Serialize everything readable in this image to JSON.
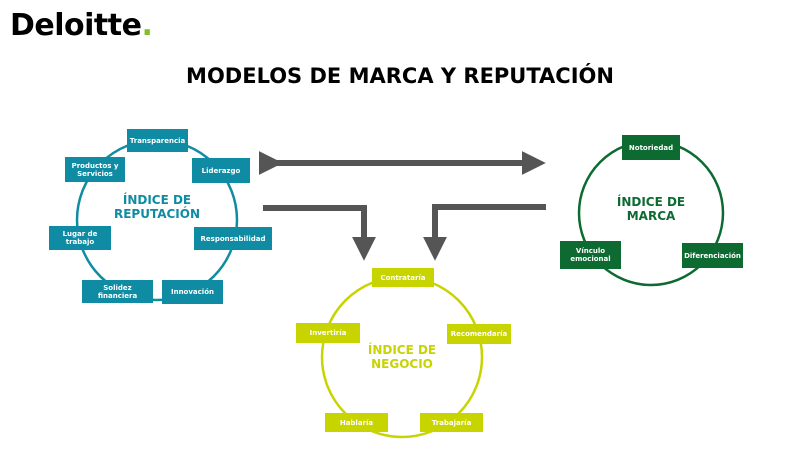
{
  "header": {
    "logo_text": "Deloitte",
    "logo_dot": ".",
    "title": "MODELOS DE MARCA Y REPUTACIÓN"
  },
  "colors": {
    "reputacion": "#0f8ca3",
    "marca": "#0d6b32",
    "negocio": "#c8d400",
    "arrow": "#555555",
    "logo_dot": "#86bc25"
  },
  "reputacion": {
    "label_line1": "ÍNDICE DE",
    "label_line2": "REPUTACIÓN",
    "items": [
      {
        "line1": "Transparencia",
        "line2": ""
      },
      {
        "line1": "Liderazgo",
        "line2": ""
      },
      {
        "line1": "Responsabilidad",
        "line2": ""
      },
      {
        "line1": "Innovación",
        "line2": ""
      },
      {
        "line1": "Solidez",
        "line2": "financiera"
      },
      {
        "line1": "Lugar de",
        "line2": "trabajo"
      },
      {
        "line1": "Productos y",
        "line2": "Servicios"
      }
    ]
  },
  "marca": {
    "label_line1": "ÍNDICE DE",
    "label_line2": "MARCA",
    "items": [
      {
        "line1": "Notoriedad",
        "line2": ""
      },
      {
        "line1": "Diferenciación",
        "line2": ""
      },
      {
        "line1": "Vínculo",
        "line2": "emocional"
      }
    ]
  },
  "negocio": {
    "label_line1": "ÍNDICE DE",
    "label_line2": "NEGOCIO",
    "items": [
      {
        "line1": "Contrataría",
        "line2": ""
      },
      {
        "line1": "Recomendaría",
        "line2": ""
      },
      {
        "line1": "Trabajaría",
        "line2": ""
      },
      {
        "line1": "Hablaría",
        "line2": ""
      },
      {
        "line1": "Invertiría",
        "line2": ""
      }
    ]
  }
}
